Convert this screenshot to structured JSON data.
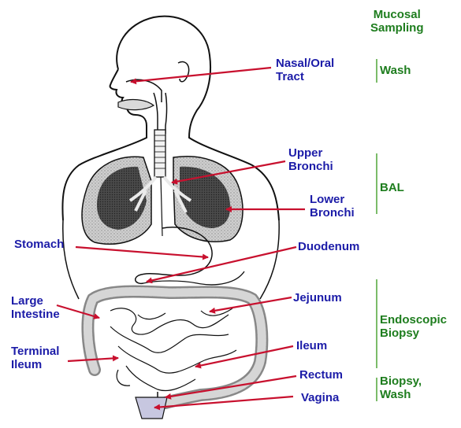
{
  "header": {
    "title": "Mucosal\nSampling"
  },
  "organs": {
    "nasal_oral_tract": "Nasal/Oral\nTract",
    "upper_bronchi": "Upper\nBronchi",
    "lower_bronchi": "Lower\nBronchi",
    "stomach": "Stomach",
    "duodenum": "Duodenum",
    "large_intestine": "Large\nIntestine",
    "jejunum": "Jejunum",
    "terminal_ileum": "Terminal\nIleum",
    "ileum": "Ileum",
    "rectum": "Rectum",
    "vagina": "Vagina"
  },
  "methods": {
    "wash": "Wash",
    "bal": "BAL",
    "endoscopic_biopsy": "Endoscopic\nBiopsy",
    "biopsy_wash": "Biopsy,\nWash"
  },
  "colors": {
    "organ_label": "#1c1ca8",
    "method_label": "#1e7d1e",
    "arrow": "#c8102e",
    "bracket": "#7cbc6a"
  }
}
